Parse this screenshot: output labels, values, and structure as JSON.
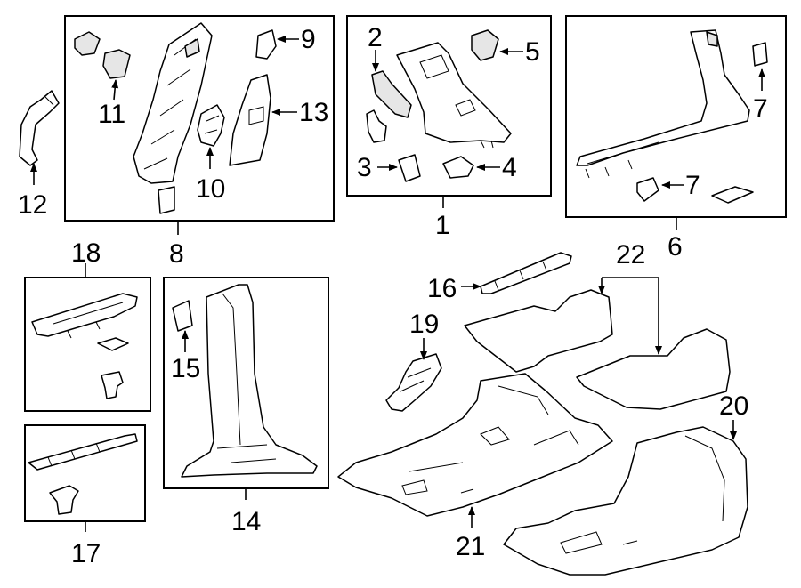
{
  "callouts": {
    "c1": "1",
    "c2": "2",
    "c3": "3",
    "c4": "4",
    "c5": "5",
    "c6": "6",
    "c7a": "7",
    "c7b": "7",
    "c8": "8",
    "c9": "9",
    "c10": "10",
    "c11": "11",
    "c12": "12",
    "c13": "13",
    "c14": "14",
    "c15": "15",
    "c16": "16",
    "c17": "17",
    "c18": "18",
    "c19": "19",
    "c20": "20",
    "c21": "21",
    "c22": "22"
  }
}
